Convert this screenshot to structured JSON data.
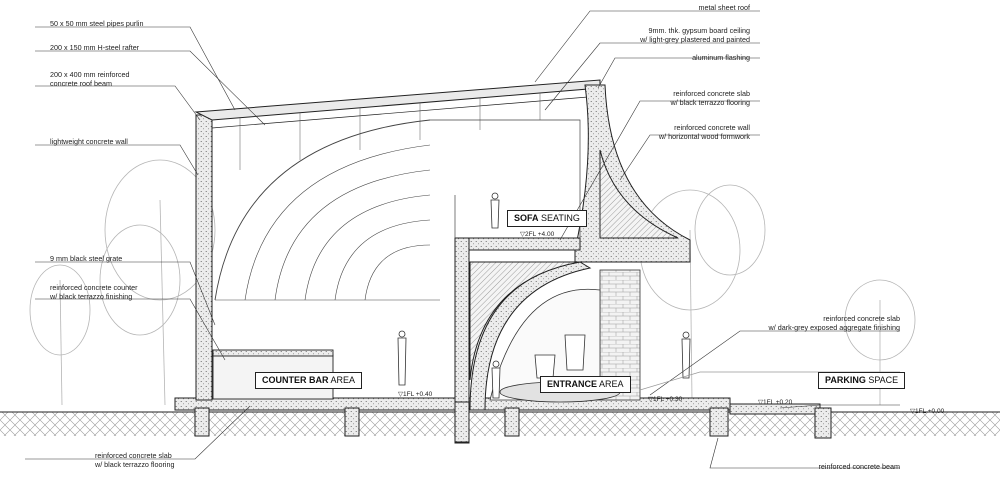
{
  "left_labels": [
    {
      "id": "purlin",
      "text": "50 x 50 mm steel pipes purlin"
    },
    {
      "id": "rafter",
      "text": "200 x 150 mm H-steel rafter"
    },
    {
      "id": "roof_beam_1",
      "text": "200 x 400 mm reinforced"
    },
    {
      "id": "roof_beam_2",
      "text": "concrete roof beam"
    },
    {
      "id": "lw_wall",
      "text": "lightweight concrete wall"
    },
    {
      "id": "grate",
      "text": "9 mm black steel grate"
    },
    {
      "id": "counter_1",
      "text": "reinforced concrete counter"
    },
    {
      "id": "counter_2",
      "text": "w/ black terrazzo finishing"
    },
    {
      "id": "slab_bottom_1",
      "text": "reinforced concrete slab"
    },
    {
      "id": "slab_bottom_2",
      "text": "w/ black terrazzo flooring"
    }
  ],
  "right_labels": [
    {
      "id": "metal_roof",
      "text": "metal sheet roof"
    },
    {
      "id": "ceiling_1",
      "text": "9mm. thk. gypsum board ceiling"
    },
    {
      "id": "ceiling_2",
      "text": "w/ light-grey plastered and painted"
    },
    {
      "id": "flashing",
      "text": "aluminum flashing"
    },
    {
      "id": "slab_top_1",
      "text": "reinforced concrete slab"
    },
    {
      "id": "slab_top_2",
      "text": "w/ black terrazzo flooring"
    },
    {
      "id": "wall_1",
      "text": "reinforced concrete wall"
    },
    {
      "id": "wall_2",
      "text": "w/ horizontal wood formwork"
    },
    {
      "id": "agg_1",
      "text": "reinforced concrete slab"
    },
    {
      "id": "agg_2",
      "text": "w/ dark-grey exposed aggregate finishing"
    },
    {
      "id": "beam",
      "text": "reinforced concrete beam"
    }
  ],
  "areas": {
    "sofa": {
      "bold": "SOFA",
      "rest": " SEATING"
    },
    "counter": {
      "bold": "COUNTER BAR",
      "rest": " AREA"
    },
    "entrance": {
      "bold": "ENTRANCE",
      "rest": " AREA"
    },
    "parking": {
      "bold": "PARKING",
      "rest": " SPACE"
    }
  },
  "levels": {
    "l2": "▽2FL +4.00",
    "l1": "▽1FL +0.40",
    "l1b": "▽1FL +0.30",
    "l1c": "▽1FL +0.20",
    "l0": "▽1FL +0.00"
  },
  "colors": {
    "line": "#222222",
    "concrete": "#efefef",
    "hatch": "#777777",
    "tree": "#b5b5b5"
  }
}
